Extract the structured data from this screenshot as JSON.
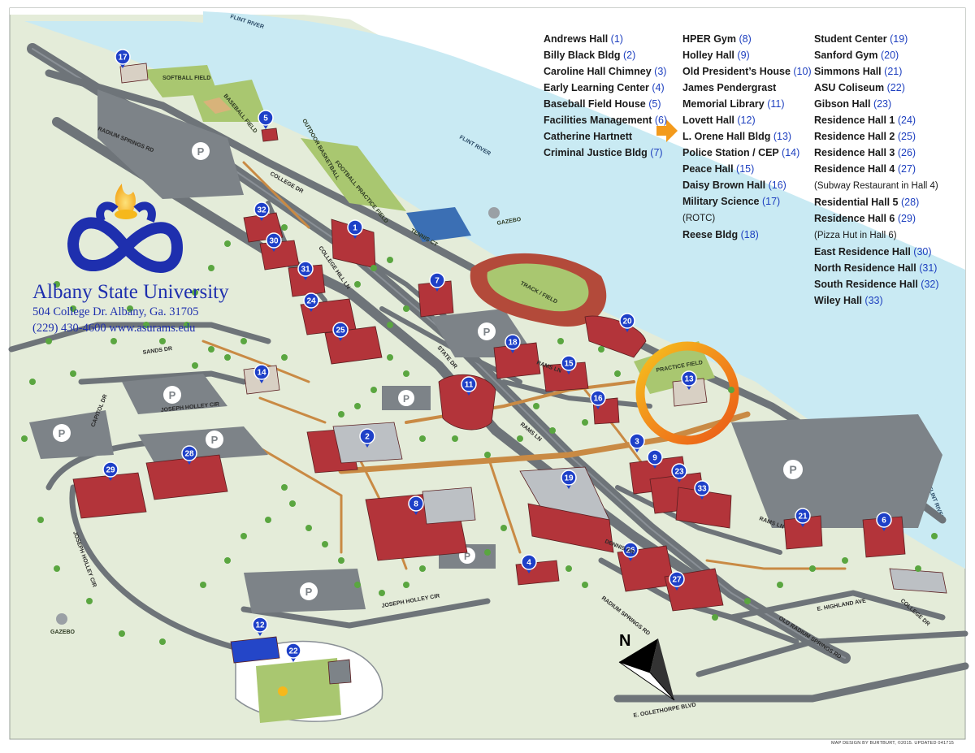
{
  "legend": {
    "col1": [
      {
        "name": "Andrews Hall",
        "num": "(1)"
      },
      {
        "name": "Billy Black Bldg",
        "num": "(2)"
      },
      {
        "name": "Caroline Hall Chimney",
        "num": "(3)"
      },
      {
        "name": "Early Learning Center",
        "num": "(4)"
      },
      {
        "name": "Baseball Field House",
        "num": "(5)"
      },
      {
        "name": "Facilities Management",
        "num": "(6)"
      },
      {
        "name": "Catherine Hartnett",
        "num": ""
      },
      {
        "name": "Criminal Justice Bldg",
        "num": "(7)"
      }
    ],
    "col2": [
      {
        "name": "HPER Gym",
        "num": "(8)"
      },
      {
        "name": "Holley Hall",
        "num": "(9)"
      },
      {
        "name": "Old President’s House",
        "num": "(10)"
      },
      {
        "name": "James Pendergrast",
        "num": ""
      },
      {
        "name": "Memorial Library",
        "num": "(11)"
      },
      {
        "name": "Lovett Hall",
        "num": "(12)"
      },
      {
        "name": "L. Orene Hall Bldg",
        "num": "(13)"
      },
      {
        "name": "Police Station / CEP",
        "num": "(14)"
      },
      {
        "name": "Peace Hall",
        "num": "(15)"
      },
      {
        "name": "Daisy Brown Hall",
        "num": "(16)"
      },
      {
        "name": "Military Science",
        "num": "(17)"
      },
      {
        "name": "(ROTC)",
        "num": "",
        "note": true
      },
      {
        "name": "Reese Bldg",
        "num": "(18)"
      }
    ],
    "col3": [
      {
        "name": "Student Center",
        "num": "(19)"
      },
      {
        "name": "Sanford Gym",
        "num": "(20)"
      },
      {
        "name": "Simmons Hall",
        "num": "(21)"
      },
      {
        "name": "ASU Coliseum",
        "num": "(22)"
      },
      {
        "name": "Gibson Hall",
        "num": "(23)"
      },
      {
        "name": "Residence Hall 1",
        "num": "(24)"
      },
      {
        "name": "Residence Hall 2",
        "num": "(25)"
      },
      {
        "name": "Residence Hall 3",
        "num": "(26)"
      },
      {
        "name": "Residence Hall 4",
        "num": "(27)"
      },
      {
        "name": "(Subway Restaurant in Hall 4)",
        "num": "",
        "note": true
      },
      {
        "name": "Residential Hall 5",
        "num": "(28)"
      },
      {
        "name": "Residence Hall 6",
        "num": "(29)"
      },
      {
        "name": "(Pizza Hut in Hall 6)",
        "num": "",
        "note": true
      },
      {
        "name": "East Residence Hall",
        "num": "(30)"
      },
      {
        "name": "North Residence Hall",
        "num": "(31)"
      },
      {
        "name": "South Residence Hall",
        "num": "(32)"
      },
      {
        "name": "Wiley Hall",
        "num": "(33)"
      }
    ]
  },
  "university": {
    "name": "Albany State University",
    "address": "504 College Dr.    Albany, Ga. 31705",
    "contact": "(229) 430-4600   www.asurams.edu"
  },
  "labels": {
    "river_1": "FLINT RIVER",
    "river_2": "FLINT RIVER",
    "river_3": "FLINT RIVER",
    "softball": "SOFTBALL FIELD",
    "baseball": "BASEBALL FIELD",
    "outdoor_basketball": "OUTDOOR BASKETBALL",
    "football_practice": "FOOTBALL PRACTICE FIELD",
    "tennis": "TENNIS CT",
    "gazebo_1": "GAZEBO",
    "gazebo_2": "GAZEBO",
    "track": "TRACK / FIELD",
    "practice_field": "PRACTICE FIELD",
    "radium_springs_1": "RADIUM SPRINGS RD",
    "radium_springs_2": "RADIUM SPRINGS RD",
    "college_dr_1": "COLLEGE DR",
    "college_dr_2": "COLLEGE DR",
    "college_hill_ln": "COLLEGE HILL LN",
    "state_dr": "STATE DR",
    "rams_ln_1": "RAMS LN",
    "rams_ln_2": "RAMS LN",
    "rams_ln_3": "RAMS LN",
    "sands_dr": "SANDS DR",
    "capitol_dr": "CAPITOL DR",
    "joseph_holley_1": "JOSEPH HOLLEY CIR",
    "joseph_holley_2": "JOSEPH HOLLEY CIR",
    "joseph_holley_3": "JOSEPH HOLLEY CIR",
    "dennis_dr": "DENNIS DR",
    "e_highland": "E. HIGHLAND AVE",
    "old_radium": "OLD RADIUM SPRINGS RD",
    "e_oglethorpe": "E. OGLETHORPE BLVD",
    "north": "N"
  },
  "pins": [
    "1",
    "2",
    "3",
    "4",
    "5",
    "6",
    "7",
    "8",
    "9",
    "11",
    "12",
    "13",
    "14",
    "15",
    "16",
    "17",
    "18",
    "19",
    "20",
    "21",
    "22",
    "23",
    "24",
    "25",
    "26",
    "27",
    "28",
    "29",
    "30",
    "31",
    "32",
    "33"
  ],
  "credit": "MAP DESIGN BY BURTBURT, ©2015. UPDATED 041715",
  "colors": {
    "ground": "#e4ecd9",
    "river": "#c9eaf3",
    "road": "#6e7479",
    "path": "#c98a44",
    "building": "#b3343a",
    "roof": "#bcc0c4",
    "field": "#a9c770",
    "pin": "#1e40c8",
    "legend_num": "#1d3fbf",
    "logo_blue": "#1e2fae",
    "logo_flame": "#f6b81c",
    "highlight_ring": "#f39a1c"
  }
}
